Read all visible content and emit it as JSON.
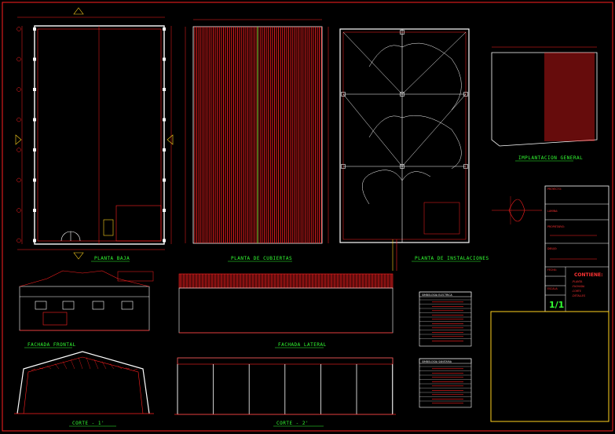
{
  "drawing": {
    "labels": {
      "planta_baja": "PLANTA BAJA",
      "planta_cubiertas": "PLANTA DE CUBIERTAS",
      "planta_instalaciones": "PLANTA DE INSTALACIONES",
      "implantacion": "IMPLANTACION GENERAL",
      "fachada_frontal": "FACHADA FRONTAL",
      "fachada_lateral": "FACHADA LATERAL",
      "corte_1": "CORTE - 1'",
      "corte_2": "CORTE - 2'"
    },
    "legend_1_title": "SIMBOLOGIA ELECTRICA",
    "legend_2_title": "SIMBOLOGIA SANITARIA",
    "title_block": {
      "proyecto": "PROYECTO:",
      "lamina": "LAMINA:",
      "propietario": "PROPIETARIO:",
      "dibujo": "DIBUJO:",
      "fecha": "FECHA:",
      "escala": "ESCALA:",
      "contiene_title": "CONTIENE:",
      "contiene_items": [
        "-PLANTA",
        "-FACHADA",
        "-CORTE",
        "-DETALLES"
      ],
      "sheet_number": "1/1"
    },
    "colors": {
      "background": "#000000",
      "line_primary": "#ff2020",
      "line_white": "#ffffff",
      "label": "#33ff33",
      "accent": "#ffd21f"
    },
    "icons": [
      "north-arrow-icon"
    ]
  }
}
